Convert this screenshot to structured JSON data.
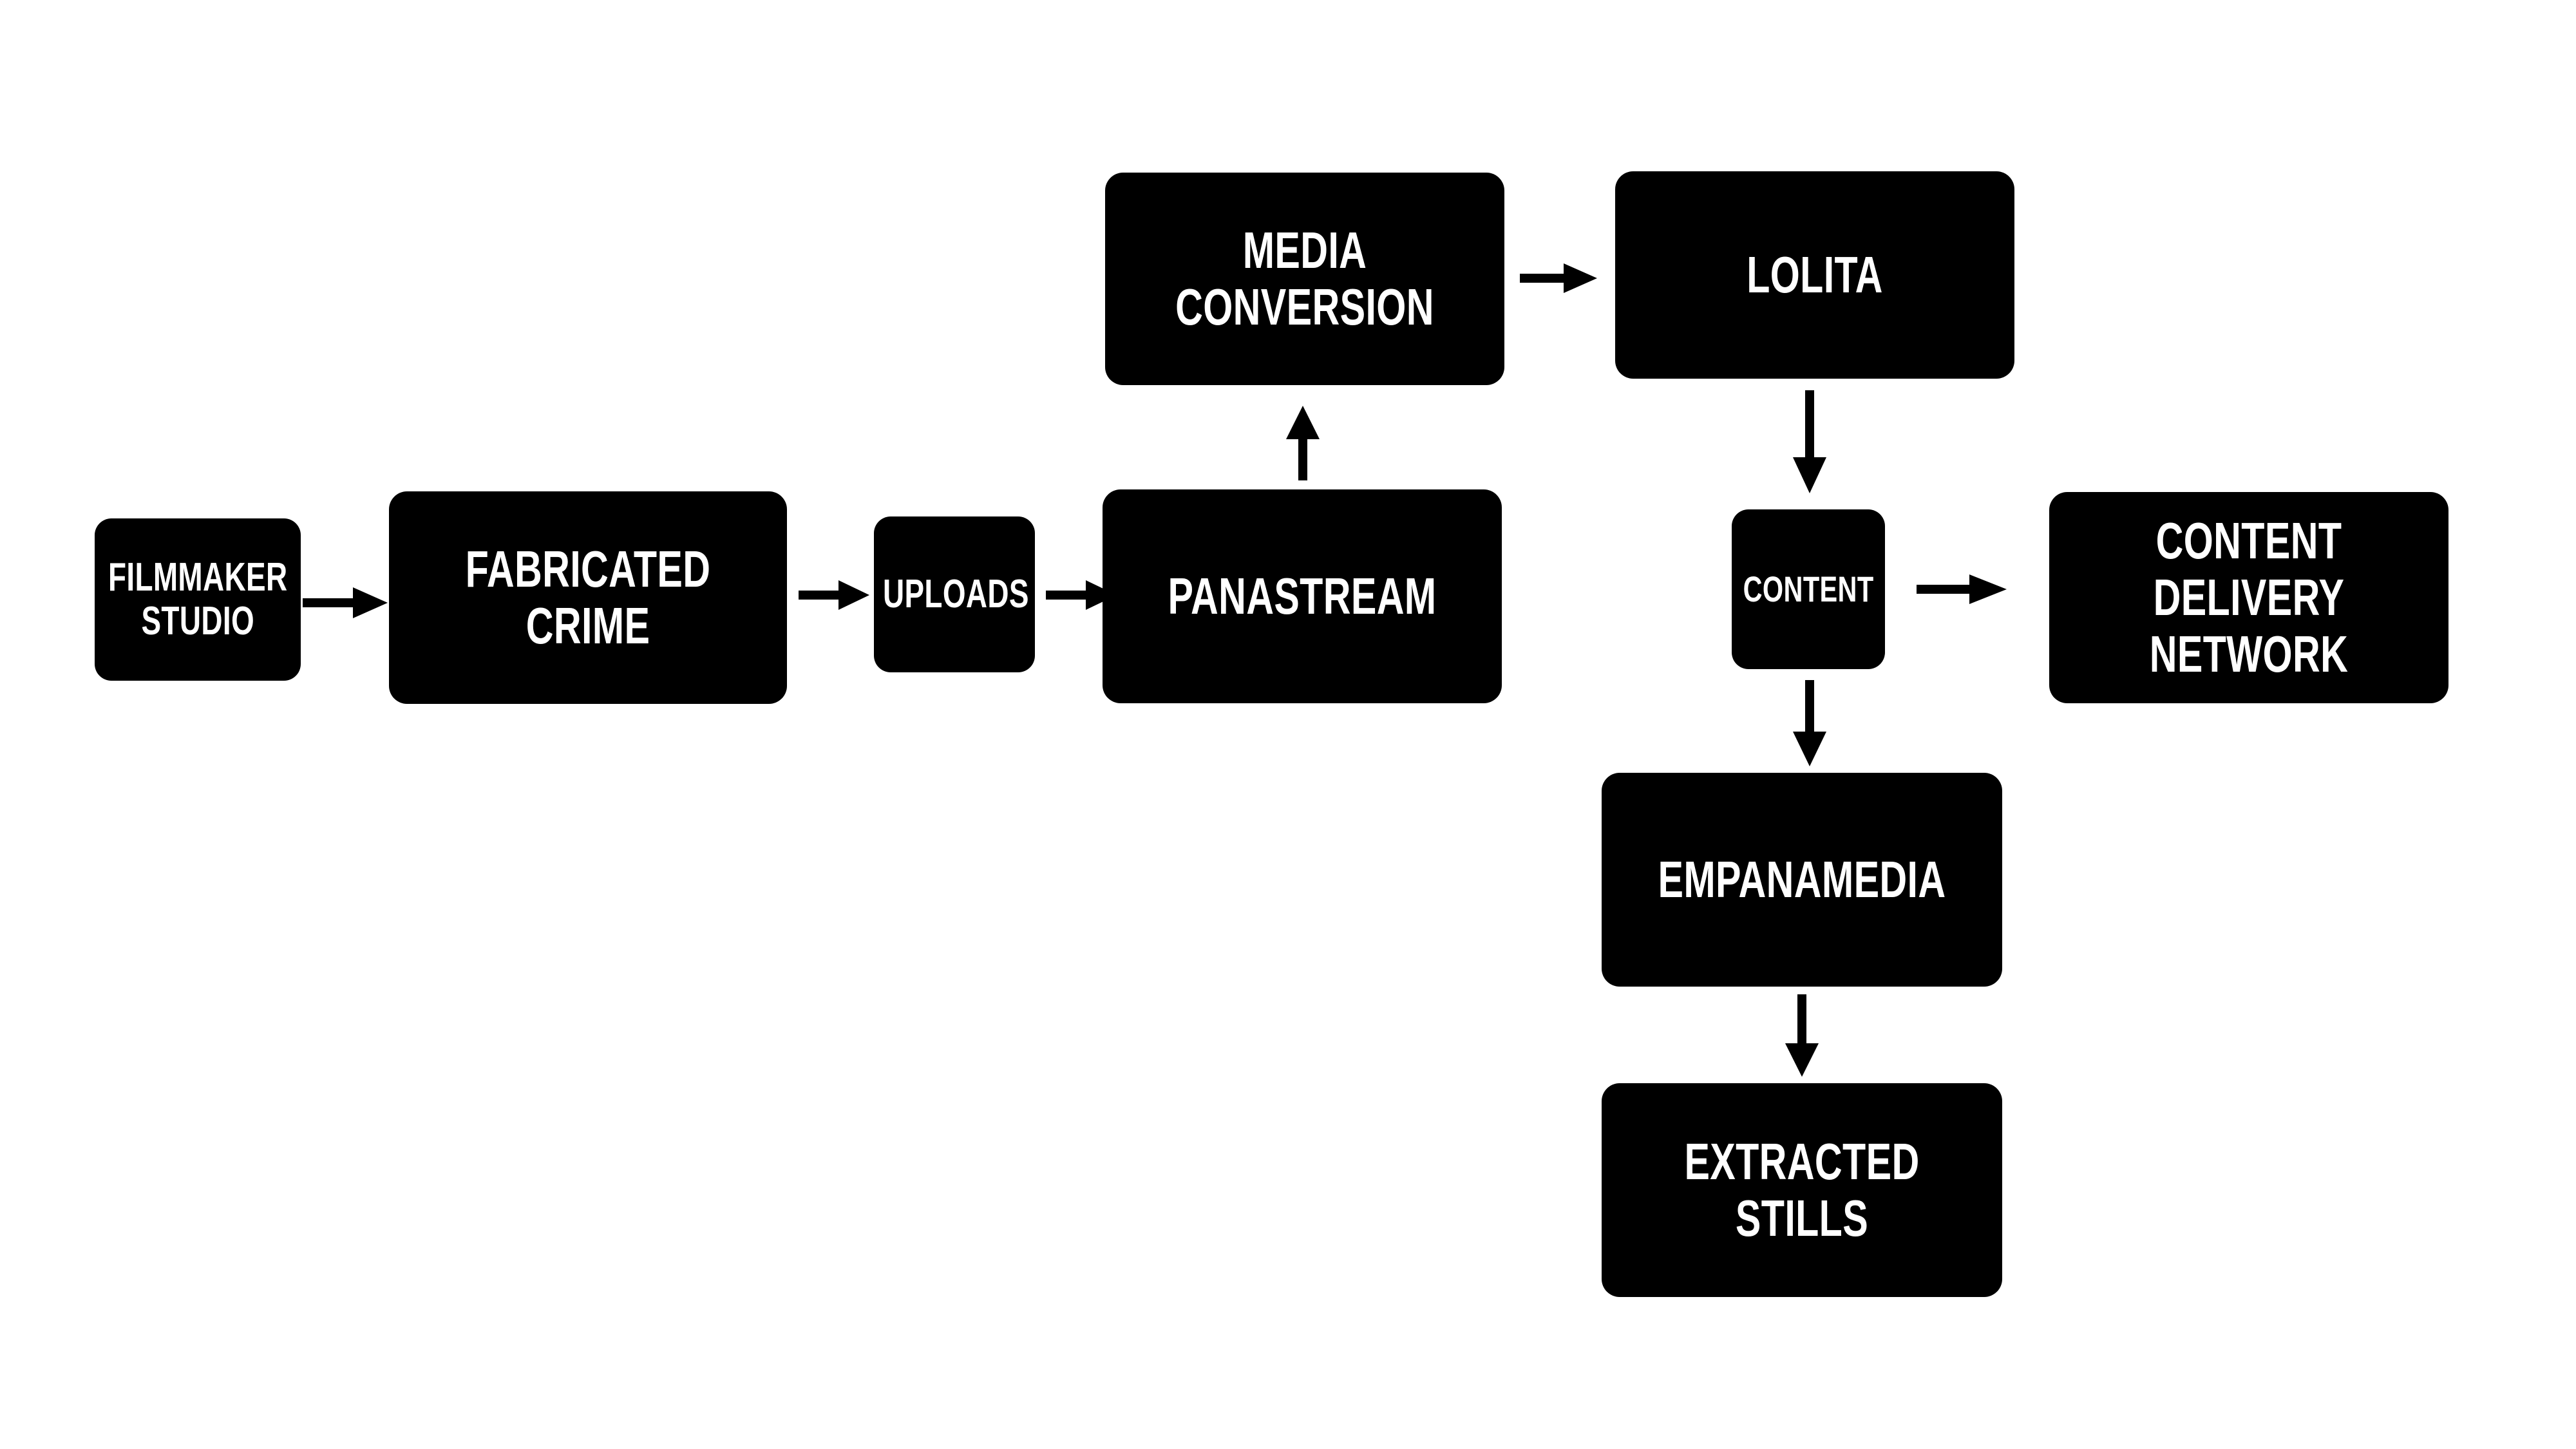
{
  "diagram": {
    "type": "flowchart",
    "background_color": "#FFFFFF",
    "node_fill_color": "#000000",
    "node_text_color": "#FFFFFF",
    "arrow_color": "#000000",
    "nodes": [
      {
        "id": "filmmaker-studio",
        "label": "FILMMAKER\nSTUDIO"
      },
      {
        "id": "fabricated-crime",
        "label": "FABRICATED\nCRIME"
      },
      {
        "id": "uploads",
        "label": "UPLOADS"
      },
      {
        "id": "panastream",
        "label": "PANASTREAM"
      },
      {
        "id": "media-conversion",
        "label": "MEDIA\nCONVERSION"
      },
      {
        "id": "lolita",
        "label": "LOLITA"
      },
      {
        "id": "content",
        "label": "CONTENT"
      },
      {
        "id": "cdn",
        "label": "CONTENT\nDELIVERY\nNETWORK"
      },
      {
        "id": "empanamedia",
        "label": "EMPANAMEDIA"
      },
      {
        "id": "extracted-stills",
        "label": "EXTRACTED\nSTILLS"
      }
    ],
    "edges": [
      {
        "from": "filmmaker-studio",
        "to": "fabricated-crime",
        "direction": "right"
      },
      {
        "from": "fabricated-crime",
        "to": "uploads",
        "direction": "right"
      },
      {
        "from": "uploads",
        "to": "panastream",
        "direction": "right"
      },
      {
        "from": "panastream",
        "to": "media-conversion",
        "direction": "up"
      },
      {
        "from": "media-conversion",
        "to": "lolita",
        "direction": "right"
      },
      {
        "from": "lolita",
        "to": "content",
        "direction": "down"
      },
      {
        "from": "content",
        "to": "cdn",
        "direction": "right"
      },
      {
        "from": "content",
        "to": "empanamedia",
        "direction": "down"
      },
      {
        "from": "empanamedia",
        "to": "extracted-stills",
        "direction": "down"
      }
    ]
  }
}
